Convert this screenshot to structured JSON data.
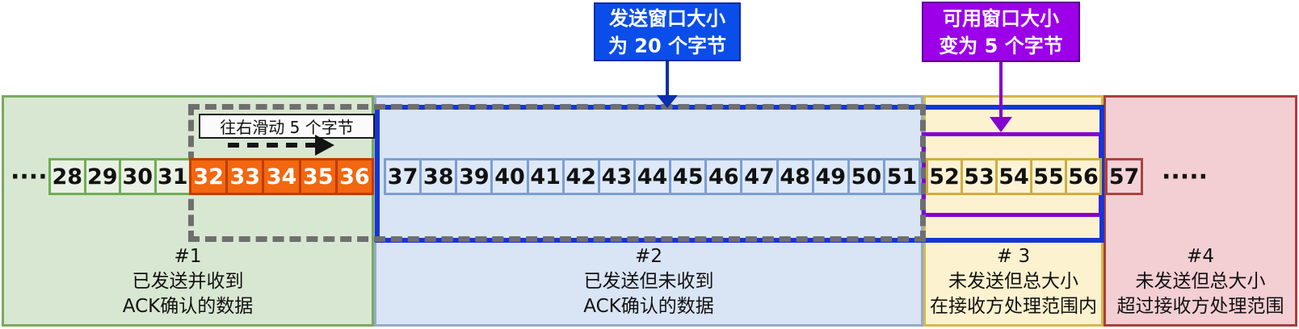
{
  "title_boxes": {
    "send_window": {
      "lines": [
        "发送窗口大小",
        "为 20 个字节"
      ],
      "bg": "#0b4de8",
      "border": "#0a2ba6"
    },
    "available_window": {
      "lines": [
        "可用窗口大小",
        "变为 5 个字节"
      ],
      "bg": "#9c00e8",
      "border": "#5a0092"
    }
  },
  "slide_note": {
    "text": "往右滑动 5 个字节"
  },
  "sequence": {
    "left_ellipsis": "·····",
    "right_ellipsis": "·····",
    "groups": [
      {
        "name": "acked-green",
        "cells": [
          "28",
          "29",
          "30",
          "31"
        ]
      },
      {
        "name": "slid-orange",
        "cells": [
          "32",
          "33",
          "34",
          "35",
          "36"
        ]
      },
      {
        "name": "inflight-blue",
        "cells": [
          "37",
          "38",
          "39",
          "40",
          "41",
          "42",
          "43",
          "44",
          "45",
          "46",
          "47",
          "48",
          "49",
          "50",
          "51"
        ]
      },
      {
        "name": "available-yellow",
        "cells": [
          "52",
          "53",
          "54",
          "55",
          "56"
        ]
      },
      {
        "name": "beyond-red",
        "cells": [
          "57"
        ]
      }
    ]
  },
  "regions": [
    {
      "number": "#1",
      "lines": [
        "已发送并收到",
        "ACK确认的数据"
      ],
      "fill": "#d8e7d1",
      "border": "#7aa95e"
    },
    {
      "number": "#2",
      "lines": [
        "已发送但未收到",
        "ACK确认的数据"
      ],
      "fill": "#d9e4f5",
      "border": "#94aacb"
    },
    {
      "number": "# 3",
      "lines": [
        "未发送但总大小",
        "在接收方处理范围内"
      ],
      "fill": "#fdf2cf",
      "border": "#d6b74c"
    },
    {
      "number": "#4",
      "lines": [
        "未发送但总大小",
        "超过接收方处理范围"
      ],
      "fill": "#f3ced3",
      "border": "#a93f3c"
    }
  ],
  "windows": {
    "send_window_border": "#1536d4",
    "old_window_dashed_border": "#6f6f6f",
    "available_window_border": "#8202cf",
    "orange_cell_fill": "#f2670f"
  }
}
